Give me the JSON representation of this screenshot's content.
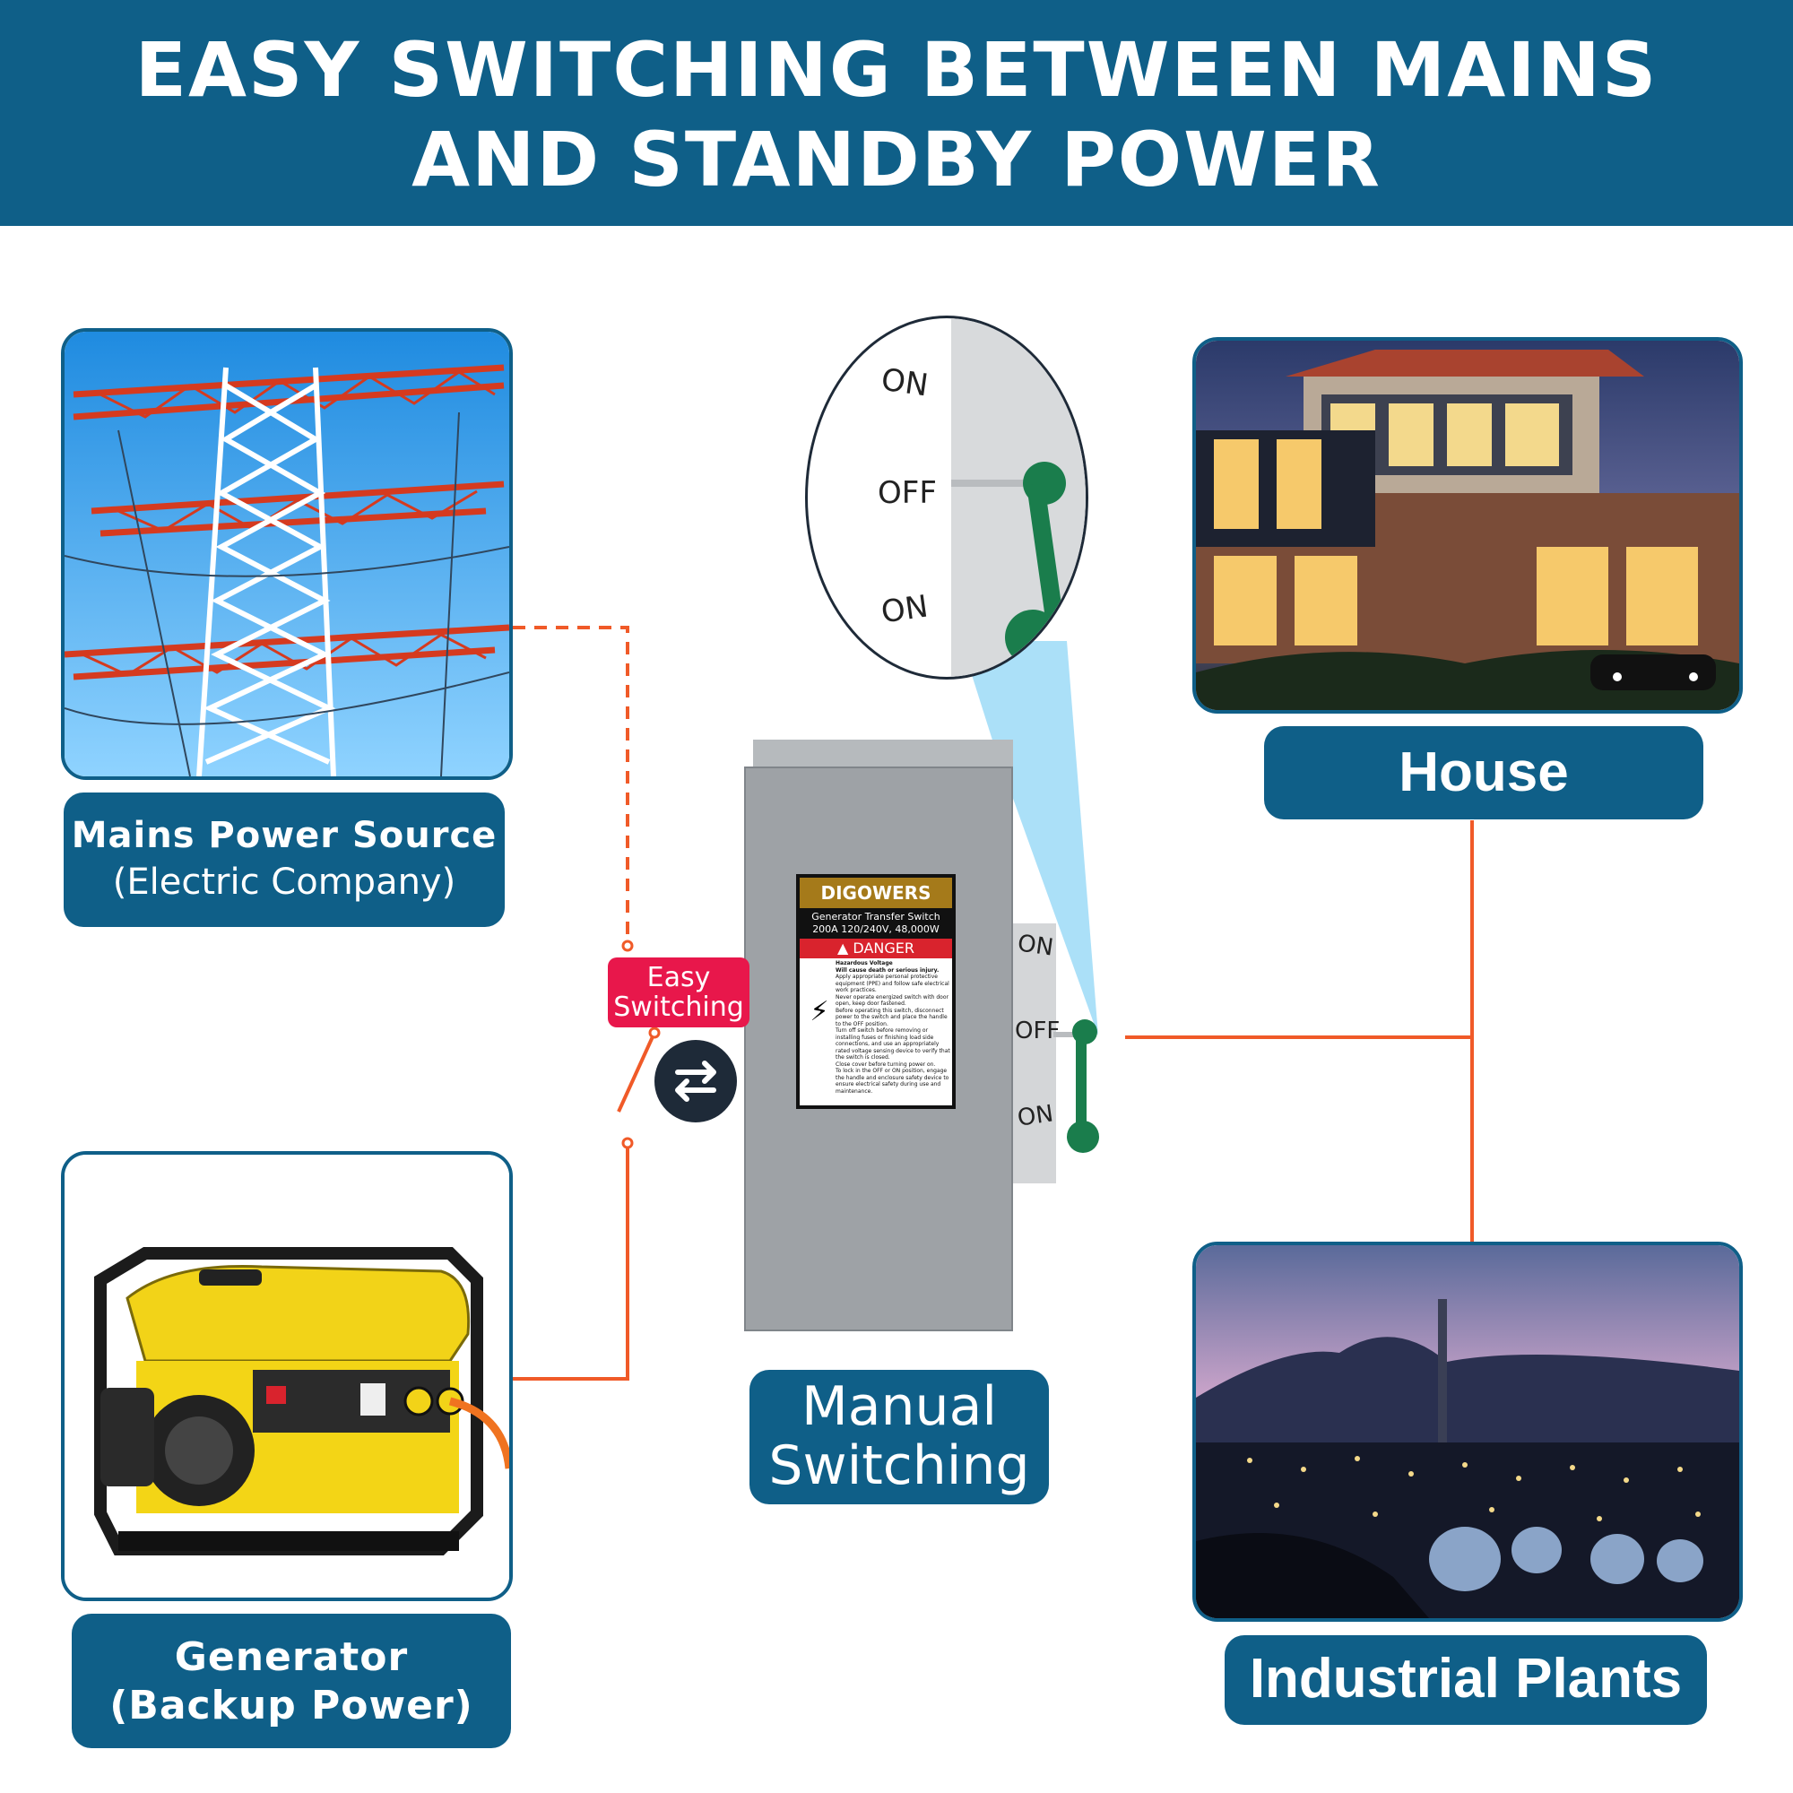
{
  "banner": {
    "line1": "EASY SWITCHING BETWEEN MAINS",
    "line2": "AND STANDBY POWER"
  },
  "mains": {
    "title": "Mains Power Source",
    "subtitle": "(Electric Company)"
  },
  "generator": {
    "title": "Generator",
    "subtitle": "(Backup Power)"
  },
  "house": {
    "title": "House"
  },
  "industrial": {
    "title": "Industrial Plants"
  },
  "center": {
    "caption_line1": "Manual",
    "caption_line2": "Switching",
    "easy_line1": "Easy",
    "easy_line2": "Switching",
    "swap_icon": "swap-arrows-icon"
  },
  "switch_labels": {
    "on_top": "ON",
    "off": "OFF",
    "on_bottom": "ON"
  },
  "sticker": {
    "brand": "DIGOWERS",
    "product": "Generator Transfer Switch",
    "rating": "200A 120/240V, 48,000W",
    "danger": "DANGER",
    "hazard_title": "Hazardous Voltage",
    "hazard_sub": "Will cause death or serious injury.",
    "warnings": [
      "Apply appropriate personal protective equipment (PPE) and follow safe electrical work practices.",
      "Never operate energized switch with door open, keep door fastened.",
      "Before operating this switch, disconnect power to the switch and place the handle to the OFF position.",
      "Turn off switch before removing or installing fuses or finishing load side connections, and use an appropriately rated voltage sensing device to verify that the switch is closed.",
      "Close cover before turning power on.",
      "To lock in the OFF or ON position, engage the handle and enclosure safety device to ensure electrical safety during use and maintenance."
    ]
  },
  "colors": {
    "brand_blue": "#0f5f88",
    "connector_orange": "#f05a28",
    "easy_red": "#e8174b",
    "enclosure_gray": "#9ea2a6",
    "handle_green": "#1a7d4c"
  }
}
